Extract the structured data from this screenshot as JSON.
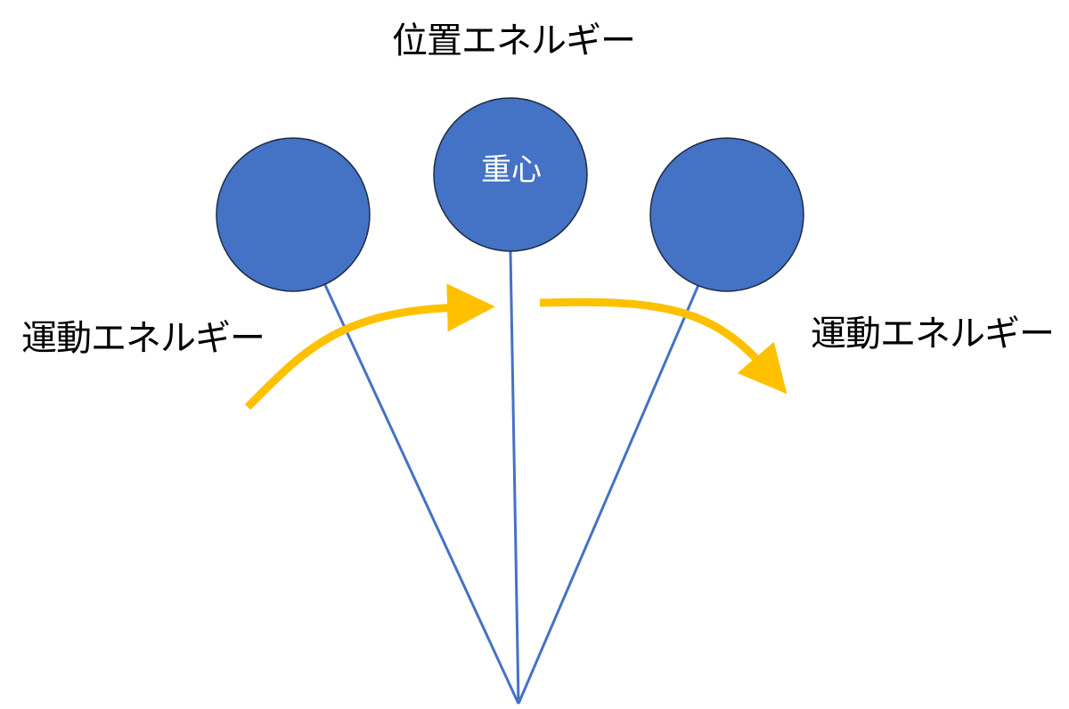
{
  "labels": {
    "potential_energy": "位置エネルギー",
    "kinetic_energy_left": "運動エネルギー",
    "kinetic_energy_right": "運動エネルギー",
    "center_of_gravity": "重心"
  },
  "colors": {
    "bob_fill": "#4472C4",
    "bob_stroke": "#1F2A44",
    "string": "#4472C4",
    "arrow": "#FFC000",
    "text": "#000000",
    "cg_text": "#FFFFFF",
    "background": "#FFFFFF"
  }
}
